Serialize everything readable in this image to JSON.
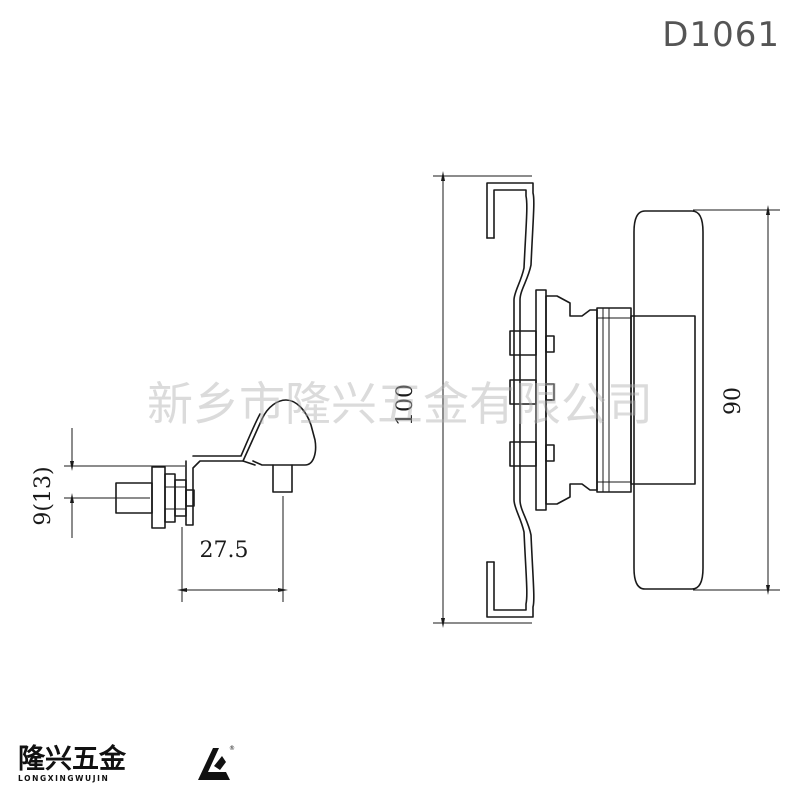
{
  "drawing": {
    "code": "D1061",
    "watermark": "新乡市隆兴五金有限公司",
    "dimensions": {
      "height_total": "100",
      "height_body": "90",
      "width_side": "27.5",
      "height_side": "9(13)"
    }
  },
  "logo": {
    "name_cn": "隆兴五金",
    "name_en": "LONGXINGWUJIN",
    "registered_mark": "®"
  }
}
